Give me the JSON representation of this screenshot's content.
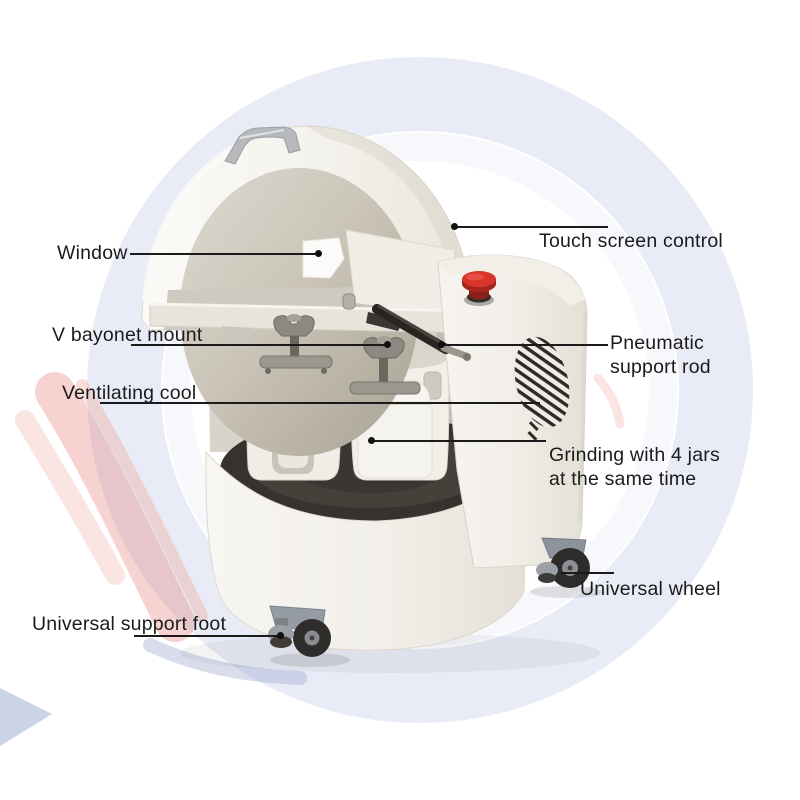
{
  "diagram_subject": "planetary ball mill grinding machine with annotated parts",
  "labels": {
    "window": "Window",
    "v_bayonet": "V bayonet mount",
    "ventilating": "Ventilating cool",
    "touch_screen": "Touch screen control",
    "pneumatic_1": "Pneumatic",
    "pneumatic_2": "support rod",
    "grinding_1": "Grinding with 4 jars",
    "grinding_2": "at the same time",
    "wheel": "Universal wheel",
    "foot": "Universal support foot"
  },
  "colors": {
    "label_text": "#1b1b1b",
    "leader_line": "#1a1a1a",
    "estop_red": "#d8352b",
    "machine_body": "#f3f1ec",
    "turntable_dark": "#36322d",
    "watermark_ring": "#e9ecf6",
    "watermark_red": "#e8857a",
    "watermark_blue": "#8fa0cc"
  }
}
